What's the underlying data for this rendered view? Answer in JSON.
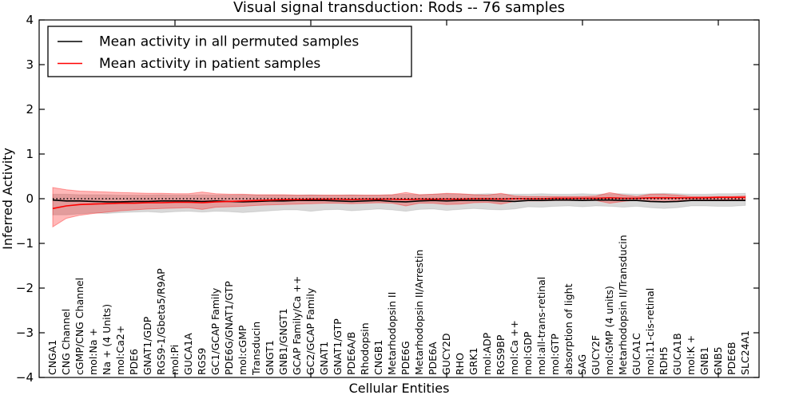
{
  "chart_data": {
    "type": "line",
    "title": "Visual signal transduction: Rods -- 76 samples",
    "xlabel": "Cellular Entities",
    "ylabel": "Inferred Activity",
    "xlim": [
      0,
      53
    ],
    "ylim": [
      -4,
      4
    ],
    "grid": false,
    "legend_position": "upper left",
    "yticks": [
      4,
      3,
      2,
      1,
      0,
      -1,
      -2,
      -3,
      -4
    ],
    "ytick_labels": [
      "4",
      "3",
      "2",
      "1",
      "0",
      "−1",
      "−2",
      "−3",
      "−4"
    ],
    "xticks": [
      10,
      20,
      30,
      40,
      50
    ],
    "zero_line": {
      "y": 0,
      "style": "dotted",
      "color": "#000000"
    },
    "categories": [
      "CNGA1",
      "CNG Channel",
      "cGMP/CNG Channel",
      "mol:Na +",
      "Na + (4 Units)",
      "mol:Ca2+",
      "PDE6",
      "GNAT1/GDP",
      "RGS9-1/Gbeta5/R9AP",
      "mol:Pi",
      "GUCA1A",
      "RGS9",
      "GC1/GCAP Family",
      "PDE6G/GNAT1/GTP",
      "mol:cGMP",
      "Transducin",
      "GNGT1",
      "GNB1/GNGT1",
      "GCAP Family/Ca ++",
      "GC2/GCAP Family",
      "GNAT1",
      "GNAT1/GTP",
      "PDE6A/B",
      "Rhodopsin",
      "CNGB1",
      "Metarhodopsin II",
      "PDE6G",
      "Metarhodopsin II/Arrestin",
      "PDE6A",
      "GUCY2D",
      "RHO",
      "GRK1",
      "mol:ADP",
      "RGS9BP",
      "mol:Ca ++",
      "mol:GDP",
      "mol:all-trans-retinal",
      "mol:GTP",
      "absorption of light",
      "SAG",
      "GUCY2F",
      "mol:GMP (4 units)",
      "Metarhodopsin II/Transducin",
      "GUCA1C",
      "mol:11-cis-retinal",
      "RDH5",
      "GUCA1B",
      "mol:K +",
      "GNB1",
      "GNB5",
      "PDE6B",
      "SLC24A1"
    ],
    "series": [
      {
        "name": "Mean activity in all permuted samples",
        "color": "#000000",
        "line_style": "solid",
        "values": [
          -0.03,
          -0.05,
          -0.05,
          -0.06,
          -0.07,
          -0.07,
          -0.06,
          -0.06,
          -0.05,
          -0.05,
          -0.05,
          -0.06,
          -0.05,
          -0.06,
          -0.07,
          -0.06,
          -0.05,
          -0.05,
          -0.04,
          -0.04,
          -0.04,
          -0.05,
          -0.06,
          -0.05,
          -0.04,
          -0.06,
          -0.07,
          -0.05,
          -0.04,
          -0.05,
          -0.04,
          -0.04,
          -0.04,
          -0.05,
          -0.06,
          -0.04,
          -0.04,
          -0.03,
          -0.03,
          -0.04,
          -0.03,
          -0.03,
          -0.04,
          -0.04,
          -0.06,
          -0.07,
          -0.06,
          -0.04,
          -0.04,
          -0.04,
          -0.04,
          -0.04
        ]
      },
      {
        "name": "Mean activity in patient samples",
        "color": "#ff0000",
        "line_style": "solid",
        "values": [
          -0.22,
          -0.16,
          -0.13,
          -0.12,
          -0.11,
          -0.1,
          -0.1,
          -0.09,
          -0.09,
          -0.08,
          -0.08,
          -0.09,
          -0.07,
          -0.06,
          -0.05,
          -0.04,
          -0.03,
          -0.02,
          -0.02,
          -0.01,
          -0.01,
          -0.01,
          -0.02,
          -0.01,
          -0.01,
          -0.01,
          -0.02,
          -0.01,
          -0.01,
          -0.01,
          -0.01,
          0.0,
          0.0,
          -0.01,
          0.0,
          0.0,
          0.0,
          0.01,
          0.01,
          0.01,
          0.01,
          0.02,
          0.01,
          0.01,
          0.02,
          0.02,
          0.02,
          0.02,
          0.02,
          0.03,
          0.03,
          0.03
        ]
      }
    ],
    "bands": [
      {
        "name": "permuted-samples-std-band",
        "fill": "rgba(0,0,0,0.15)",
        "edge": "rgba(0,0,0,0.10)",
        "upper": [
          0.1,
          0.1,
          0.09,
          0.09,
          0.09,
          0.08,
          0.08,
          0.08,
          0.09,
          0.08,
          0.08,
          0.09,
          0.08,
          0.08,
          0.09,
          0.08,
          0.08,
          0.08,
          0.08,
          0.09,
          0.08,
          0.08,
          0.09,
          0.08,
          0.08,
          0.09,
          0.1,
          0.09,
          0.1,
          0.11,
          0.1,
          0.1,
          0.11,
          0.1,
          0.1,
          0.1,
          0.11,
          0.1,
          0.1,
          0.11,
          0.1,
          0.11,
          0.11,
          0.1,
          0.11,
          0.12,
          0.11,
          0.1,
          0.1,
          0.11,
          0.11,
          0.12
        ],
        "lower": [
          -0.36,
          -0.36,
          -0.34,
          -0.32,
          -0.33,
          -0.31,
          -0.3,
          -0.29,
          -0.31,
          -0.29,
          -0.28,
          -0.3,
          -0.28,
          -0.29,
          -0.31,
          -0.29,
          -0.27,
          -0.25,
          -0.25,
          -0.28,
          -0.25,
          -0.24,
          -0.27,
          -0.25,
          -0.23,
          -0.25,
          -0.28,
          -0.24,
          -0.23,
          -0.26,
          -0.24,
          -0.22,
          -0.24,
          -0.25,
          -0.23,
          -0.18,
          -0.19,
          -0.17,
          -0.16,
          -0.18,
          -0.16,
          -0.17,
          -0.19,
          -0.17,
          -0.2,
          -0.22,
          -0.2,
          -0.16,
          -0.16,
          -0.17,
          -0.17,
          -0.15
        ]
      },
      {
        "name": "patient-samples-std-band",
        "fill": "rgba(255,0,0,0.28)",
        "edge": "rgba(255,0,0,0.35)",
        "upper": [
          0.25,
          0.2,
          0.17,
          0.16,
          0.15,
          0.14,
          0.13,
          0.12,
          0.12,
          0.11,
          0.11,
          0.15,
          0.11,
          0.1,
          0.1,
          0.09,
          0.09,
          0.09,
          0.08,
          0.08,
          0.08,
          0.08,
          0.08,
          0.08,
          0.08,
          0.09,
          0.14,
          0.09,
          0.1,
          0.12,
          0.11,
          0.09,
          0.08,
          0.12,
          0.06,
          0.05,
          0.05,
          0.05,
          0.05,
          0.05,
          0.06,
          0.14,
          0.08,
          0.05,
          0.1,
          0.1,
          0.08,
          0.05,
          0.05,
          0.05,
          0.05,
          0.06
        ],
        "lower": [
          -0.63,
          -0.44,
          -0.37,
          -0.33,
          -0.3,
          -0.27,
          -0.25,
          -0.23,
          -0.22,
          -0.21,
          -0.2,
          -0.24,
          -0.19,
          -0.18,
          -0.17,
          -0.15,
          -0.14,
          -0.13,
          -0.12,
          -0.11,
          -0.1,
          -0.1,
          -0.11,
          -0.1,
          -0.09,
          -0.1,
          -0.16,
          -0.1,
          -0.1,
          -0.13,
          -0.12,
          -0.09,
          -0.08,
          -0.12,
          -0.06,
          -0.05,
          -0.05,
          -0.04,
          -0.04,
          -0.04,
          -0.04,
          -0.1,
          -0.06,
          -0.03,
          -0.07,
          -0.07,
          -0.05,
          -0.03,
          -0.03,
          -0.03,
          -0.02,
          -0.02
        ]
      }
    ]
  }
}
